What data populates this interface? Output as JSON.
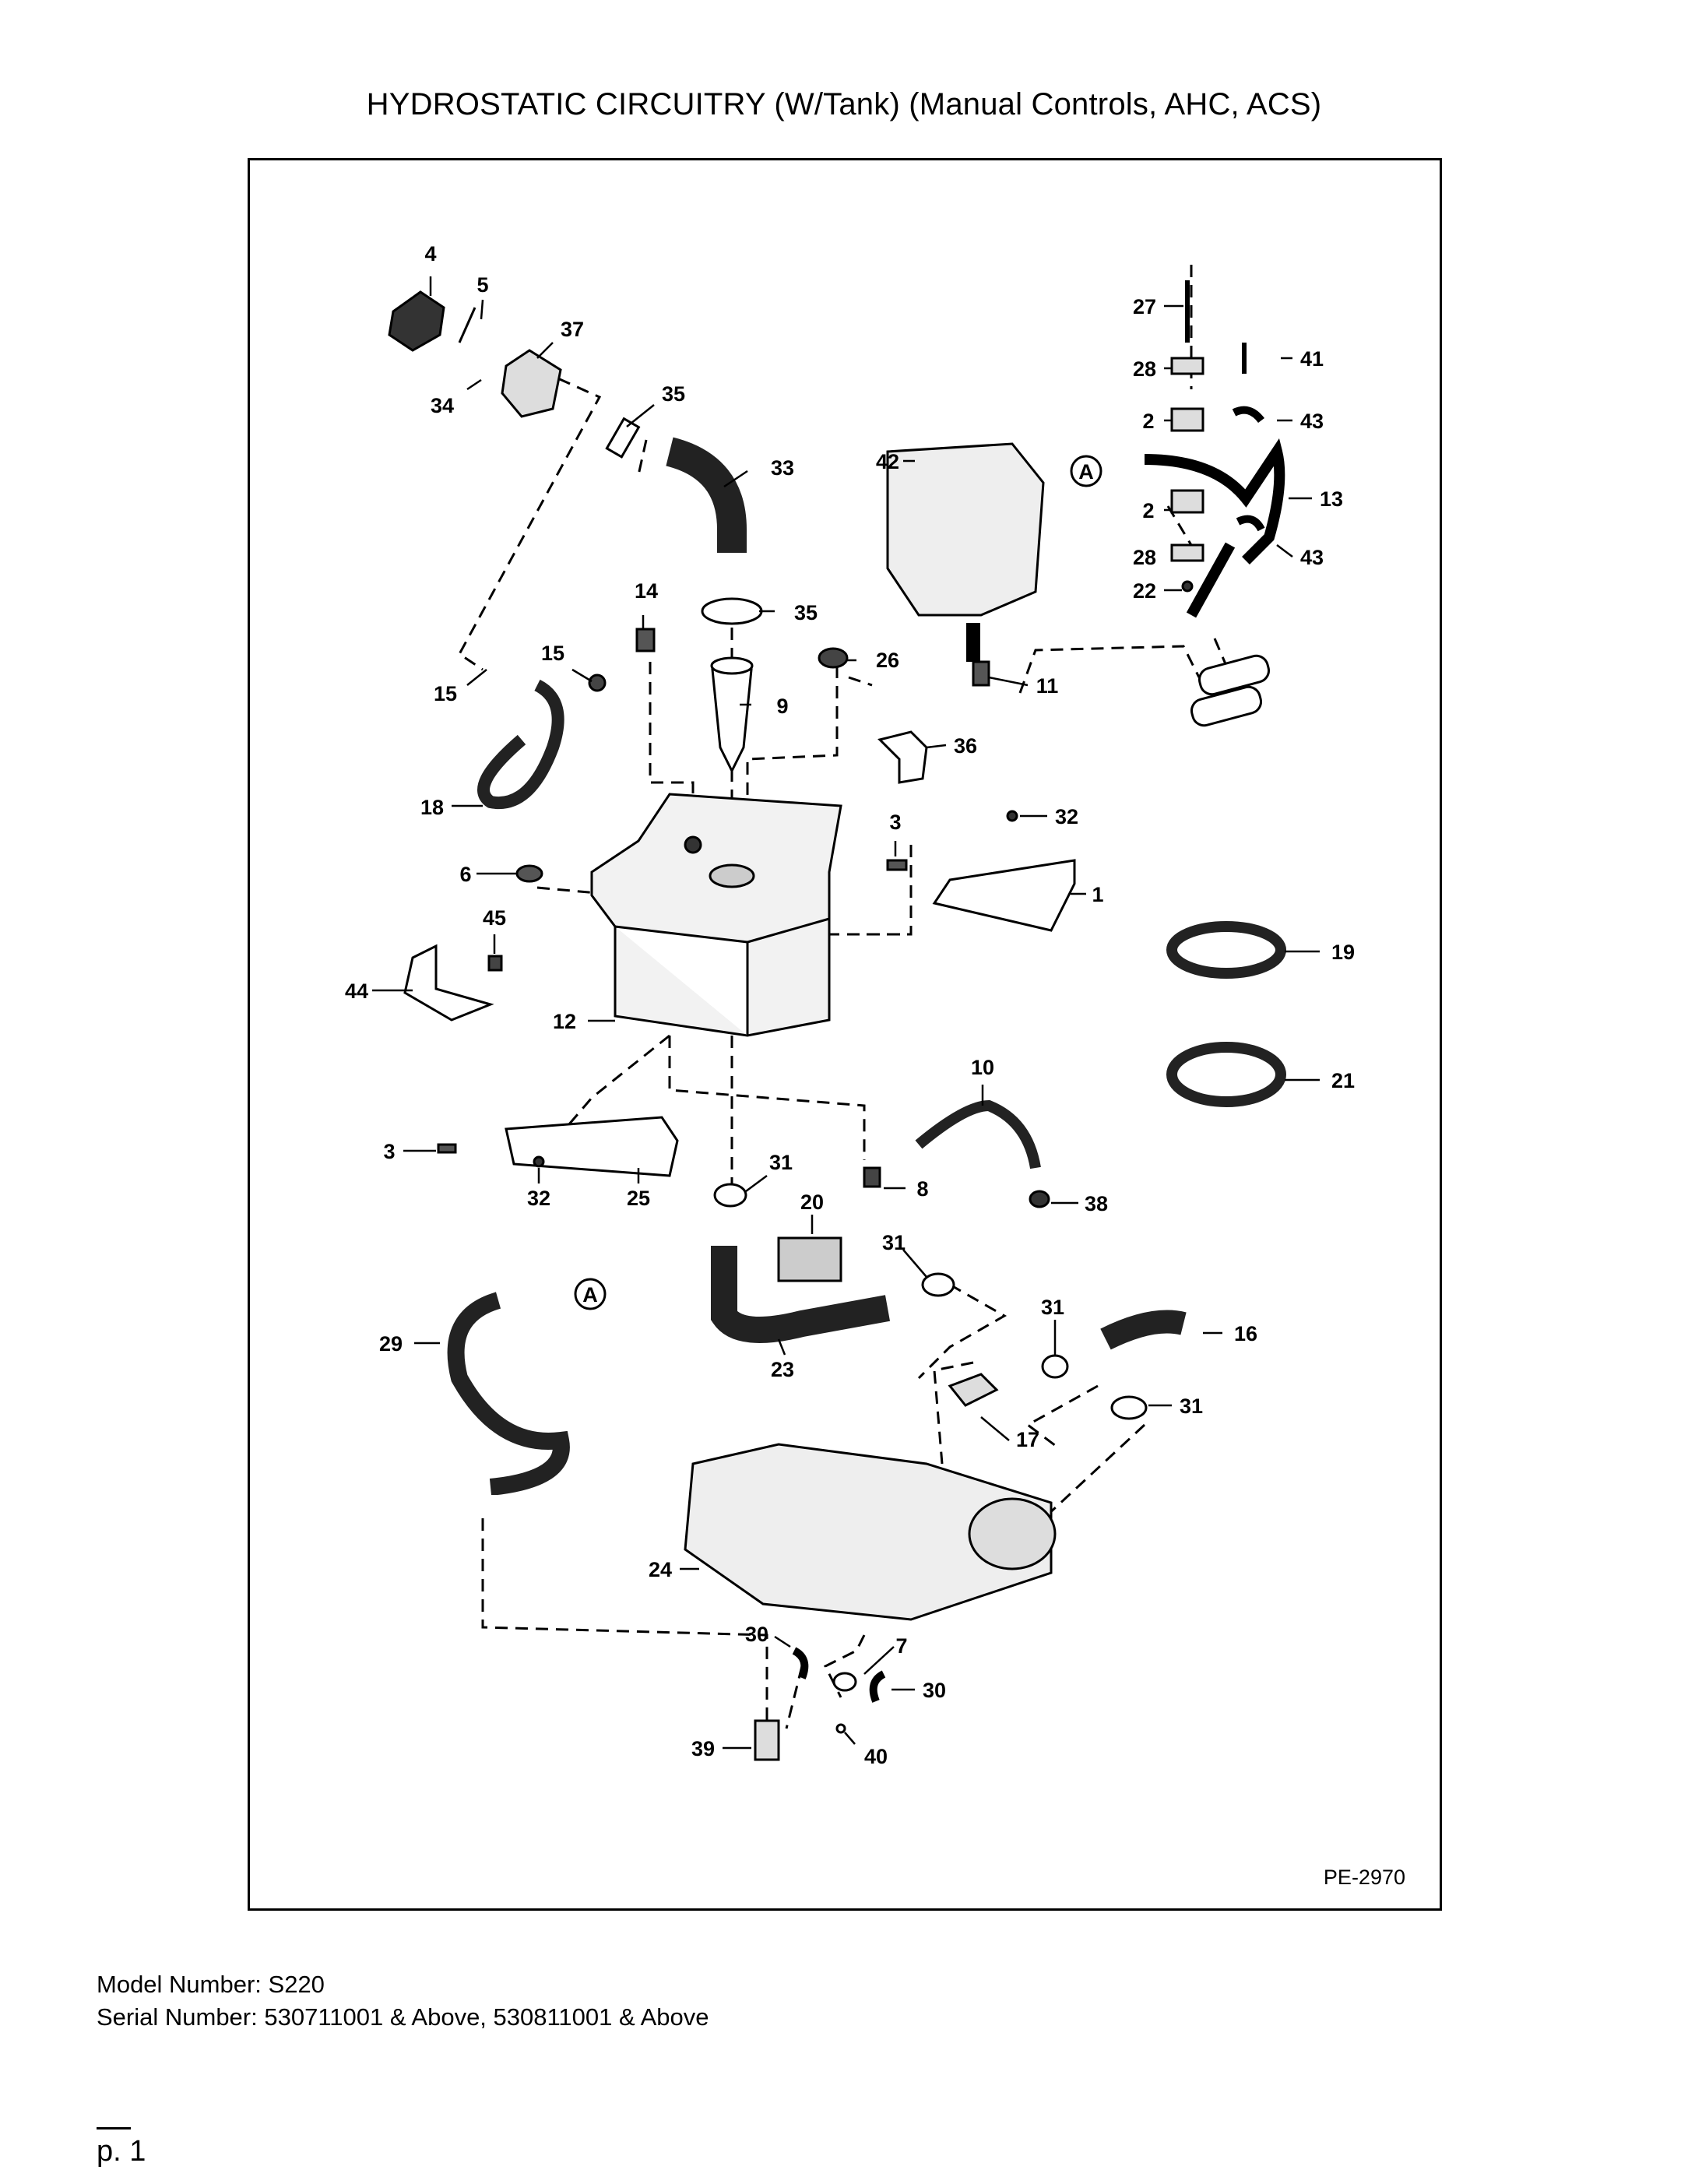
{
  "title": "HYDROSTATIC CIRCUITRY (W/Tank) (Manual Controls, AHC, ACS)",
  "drawing_ref": "PE-2970",
  "model_number": "Model Number: S220",
  "serial_number": "Serial Number: 530711001 & Above, 530811001 & Above",
  "page": "p. 1",
  "connector_label": "A",
  "callouts": [
    "4",
    "5",
    "37",
    "34",
    "35",
    "33",
    "14",
    "15",
    "15",
    "18",
    "9",
    "26",
    "35",
    "42",
    "27",
    "28",
    "41",
    "2",
    "43",
    "13",
    "2",
    "28",
    "43",
    "22",
    "11",
    "36",
    "3",
    "32",
    "1",
    "6",
    "45",
    "44",
    "12",
    "19",
    "21",
    "10",
    "3",
    "32",
    "25",
    "31",
    "8",
    "38",
    "20",
    "31",
    "29",
    "23",
    "31",
    "16",
    "17",
    "31",
    "24",
    "30",
    "7",
    "30",
    "39",
    "40"
  ]
}
